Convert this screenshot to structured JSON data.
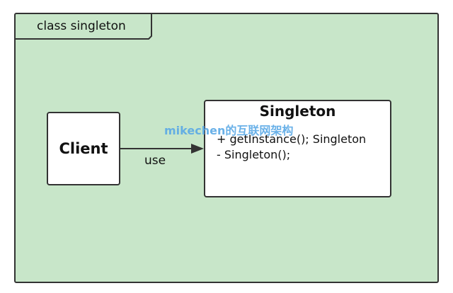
{
  "frame": {
    "title": "class singleton"
  },
  "client": {
    "label": "Client"
  },
  "association": {
    "label": "use"
  },
  "singleton_class": {
    "name": "Singleton",
    "members": [
      "+ getInstance(); Singleton",
      "-  Singleton();"
    ]
  },
  "watermark": {
    "text": "mikechen的互联网架构"
  },
  "colors": {
    "frame_fill": "#c8e6c9",
    "box_fill": "#ffffff",
    "stroke": "#333333",
    "watermark": "#5aa9e6"
  }
}
